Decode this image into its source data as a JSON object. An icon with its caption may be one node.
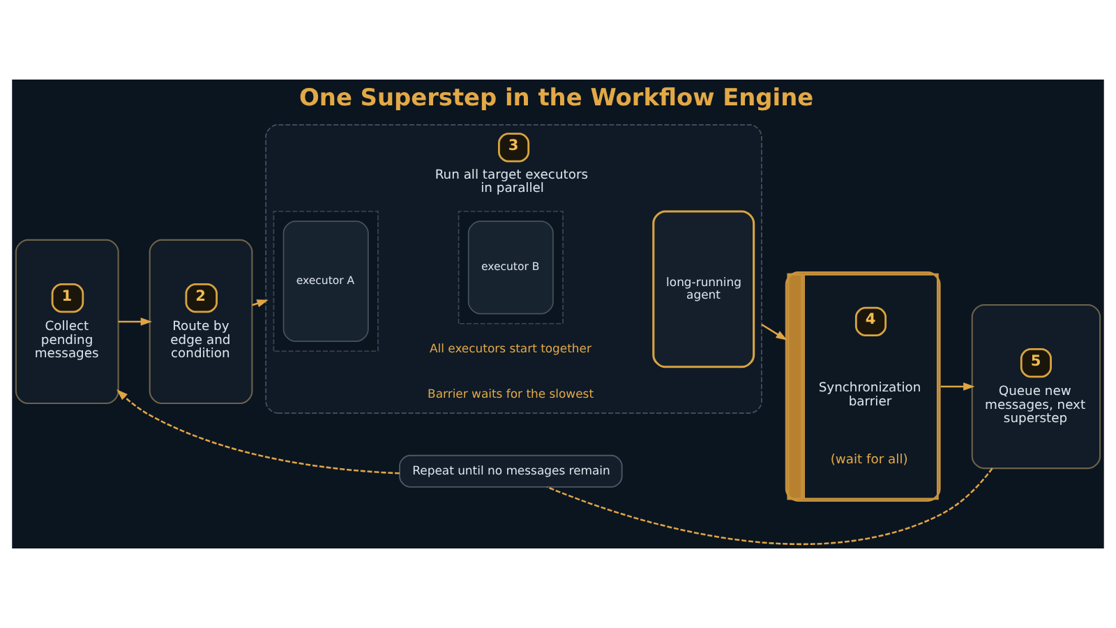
{
  "diagram": {
    "title": "One Superstep in the Workflow Engine",
    "nodes": [
      {
        "text": [
          "1",
          "Collect pending messages"
        ]
      },
      {
        "text": [
          "2",
          "Route by edge and condition"
        ]
      },
      {
        "text": [
          "3",
          "Run all target executors in parallel"
        ]
      },
      {
        "text": [],
        "shape": "box",
        "in": 2
      },
      {
        "text": [
          "executor A"
        ],
        "in": 3
      },
      {
        "text": [],
        "shape": "box",
        "in": 2
      },
      {
        "text": [
          "executor B"
        ],
        "in": 5
      },
      {
        "text": [
          "long-running agent"
        ],
        "in": 2
      },
      {
        "text": [
          "4",
          "Synchronization barrier",
          "(wait for all)"
        ]
      },
      {
        "text": [
          "5",
          "Queue new messages, next superstep"
        ]
      },
      {
        "text": [
          "Repeat until no messages remain"
        ]
      }
    ],
    "edges": [
      {
        "from": 0,
        "to": 1,
        "arrow": "to"
      },
      {
        "from": 1,
        "to": 2,
        "arrow": "to"
      },
      {
        "from": 2,
        "to": 8,
        "arrow": "to"
      },
      {
        "from": 8,
        "to": 9,
        "arrow": "to"
      },
      {
        "from": 9,
        "to": 10,
        "arrow": "none",
        "style": "dashed"
      },
      {
        "from": 10,
        "to": 0,
        "arrow": "to",
        "style": "dashed"
      }
    ],
    "labels": [
      "All executors start together",
      "Barrier waits for the slowest"
    ]
  }
}
